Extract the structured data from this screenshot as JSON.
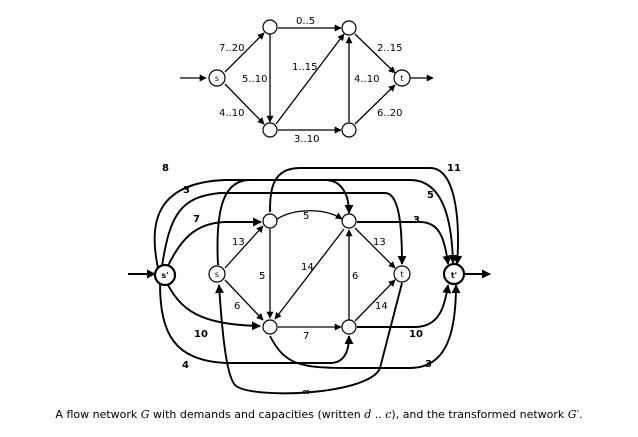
{
  "top_network": {
    "node_labels": {
      "s": "s",
      "t": "t"
    },
    "edge_labels": {
      "s_a": "7..20",
      "s_c": "4..10",
      "a_c": "5..10",
      "a_b": "0..5",
      "c_b": "1..15",
      "c_d": "3..10",
      "d_b": "4..10",
      "b_t": "2..15",
      "d_t": "6..20"
    }
  },
  "bottom_network": {
    "node_labels": {
      "sp": "s'",
      "s": "s",
      "t": "t",
      "tp": "t'"
    },
    "inner_edge_labels": {
      "s_a": "13",
      "s_c": "6",
      "a_c": "5",
      "a_b": "5",
      "c_b": "14",
      "c_d": "7",
      "d_b": "6",
      "b_t": "13",
      "d_t": "14"
    },
    "source_edge_labels": {
      "to_b": "8",
      "to_d": "4",
      "to_a": "7",
      "to_c": "10",
      "to_t": "3"
    },
    "sink_edge_labels": {
      "from_a": "11",
      "from_c": "5",
      "from_b": "3",
      "from_d": "10",
      "from_s": "3"
    },
    "infinity_label": "∞"
  },
  "caption": {
    "part1": "A flow network ",
    "G": "G",
    "part2": " with demands and capacities (written ",
    "d": "d",
    "dots": " .. ",
    "c": "c",
    "part3": "), and the transformed network ",
    "Gp": "G′",
    "part4": "."
  }
}
